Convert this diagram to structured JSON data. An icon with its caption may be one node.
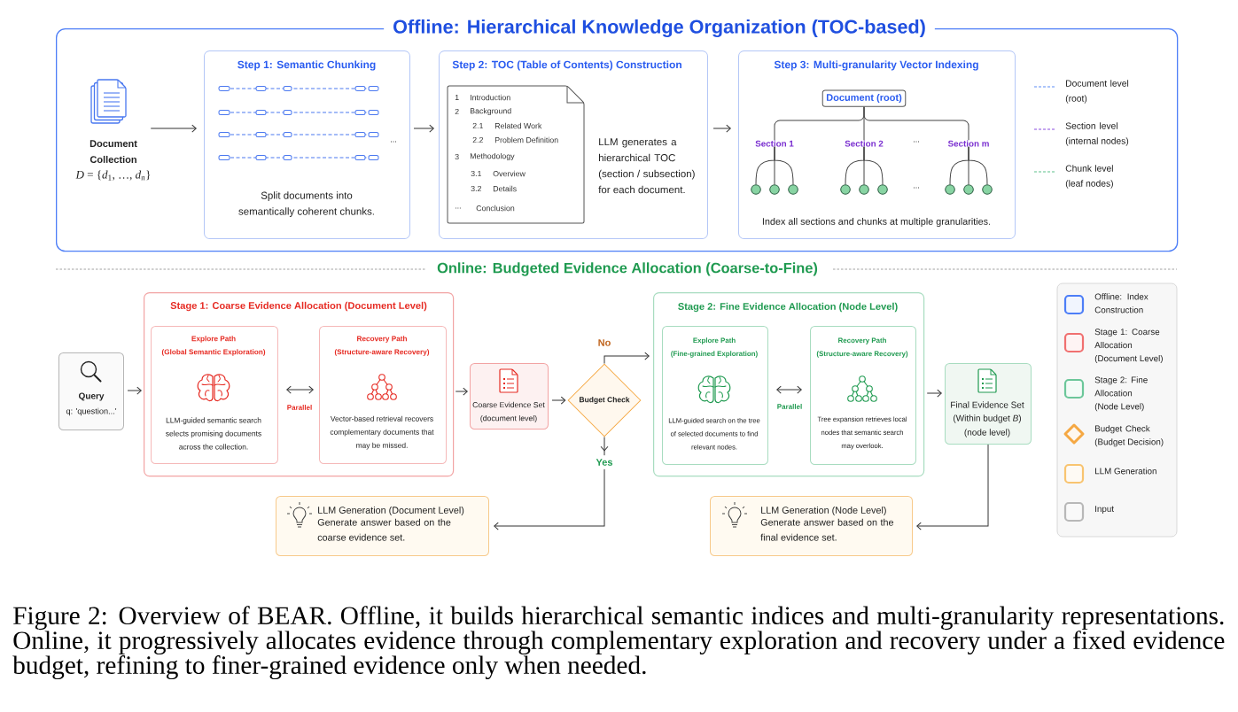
{
  "diagram": {
    "caption": "Figure 2: Overview of BEAR. Offline, it builds hierarchical semantic indices and multi-granularity representations. Online, it progressively allocates evidence through complementary exploration and recovery under a fixed evidence budget, refining to finer-grained evidence only when needed.",
    "nodes": [
      {
        "text": [
          "Offline: Hierarchical Knowledge Organization (TOC-based)"
        ]
      },
      {
        "text": [
          "Document Collection",
          "*D* = {*d*$_{1}$, …, *d*$_{n}$}"
        ],
        "in": 0
      },
      {
        "text": [
          "Step 1: Semantic Chunking",
          "Split documents into semantically coherent chunks."
        ],
        "in": 0
      },
      {
        "text": [
          "Step 2: TOC (Table of Contents) Construction",
          "LLM generates a hierarchical TOC (section / subsection) for each document."
        ],
        "in": 0
      },
      {
        "text": [
          "1",
          "Introduction",
          "2",
          "Background",
          "2.1",
          "Related Work",
          "2.2",
          "Problem Definition",
          "3",
          "Methodology",
          "3.1",
          "Overview",
          "3.2",
          "Details",
          "...",
          "Conclusion"
        ],
        "in": 3
      },
      {
        "text": [
          "Step 3: Multi-granularity Vector Indexing",
          "Index all sections and chunks at multiple granularities."
        ],
        "in": 0
      },
      {
        "text": [
          "Document (root)"
        ],
        "in": 5
      },
      {
        "text": [
          "Section 1"
        ],
        "in": 5
      },
      {
        "text": [
          "Section 2"
        ],
        "in": 5
      },
      {
        "text": [
          "Section m"
        ],
        "in": 5
      },
      {
        "text": [],
        "shape": "circle",
        "in": 5
      },
      {
        "text": [],
        "shape": "circle",
        "in": 5
      },
      {
        "text": [],
        "shape": "circle",
        "in": 5
      },
      {
        "text": [],
        "shape": "circle",
        "in": 5
      },
      {
        "text": [],
        "shape": "circle",
        "in": 5
      },
      {
        "text": [],
        "shape": "circle",
        "in": 5
      },
      {
        "text": [],
        "shape": "circle",
        "in": 5
      },
      {
        "text": [],
        "shape": "circle",
        "in": 5
      },
      {
        "text": [],
        "shape": "circle",
        "in": 5
      },
      {
        "text": [
          "Query",
          "q: 'question...'"
        ]
      },
      {
        "text": [
          "Stage 1: Coarse Evidence Allocation (Document Level)"
        ]
      },
      {
        "text": [
          "Explore Path",
          "(Global Semantic Exploration)",
          "LLM-guided semantic search selects promising documents across the collection."
        ],
        "in": 20
      },
      {
        "text": [
          "Recovery Path",
          "(Structure-aware Recovery)",
          "Vector-based retrieval recovers complementary documents that may be missed."
        ],
        "in": 20
      },
      {
        "text": [
          "Coarse Evidence Set",
          "(document level)"
        ]
      },
      {
        "text": [
          "Budget Check"
        ]
      },
      {
        "text": [
          "Stage 2: Fine Evidence Allocation (Node Level)"
        ]
      },
      {
        "text": [
          "Explore Path",
          "(Fine-grained Exploration)",
          "LLM-guided search on the tree of selected documents to find relevant nodes."
        ],
        "in": 25
      },
      {
        "text": [
          "Recovery Path",
          "(Structure-aware Recovery)",
          "Tree expansion retrieves local nodes that semantic search may overlook."
        ],
        "in": 25
      },
      {
        "text": [
          "Final Evidence Set",
          "(Within budget *B*)",
          "(node level)"
        ]
      },
      {
        "text": [
          "LLM Generation (Document Level)",
          "Generate answer based on the coarse evidence set."
        ]
      },
      {
        "text": [
          "LLM Generation (Node Level)",
          "Generate answer based on the final evidence set."
        ]
      }
    ],
    "edges": [
      {
        "from": 1,
        "to": 2,
        "arrow": "to"
      },
      {
        "from": 2,
        "to": 3,
        "arrow": "to"
      },
      {
        "from": 3,
        "to": 5,
        "arrow": "to"
      },
      {
        "from": 6,
        "to": 7,
        "arrow": "none"
      },
      {
        "from": 6,
        "to": 8,
        "arrow": "none"
      },
      {
        "from": 6,
        "to": 9,
        "arrow": "none"
      },
      {
        "from": 7,
        "to": 10,
        "arrow": "none"
      },
      {
        "from": 7,
        "to": 11,
        "arrow": "none"
      },
      {
        "from": 7,
        "to": 12,
        "arrow": "none"
      },
      {
        "from": 8,
        "to": 13,
        "arrow": "none"
      },
      {
        "from": 8,
        "to": 14,
        "arrow": "none"
      },
      {
        "from": 8,
        "to": 15,
        "arrow": "none"
      },
      {
        "from": 9,
        "to": 16,
        "arrow": "none"
      },
      {
        "from": 9,
        "to": 17,
        "arrow": "none"
      },
      {
        "from": 9,
        "to": 18,
        "arrow": "none"
      },
      {
        "from": 19,
        "to": 20,
        "arrow": "to"
      },
      {
        "from": 21,
        "to": 22,
        "arrow": "both",
        "label": "Parallel"
      },
      {
        "from": 20,
        "to": 23,
        "arrow": "to"
      },
      {
        "from": 23,
        "to": 24,
        "arrow": "to"
      },
      {
        "from": 24,
        "to": 25,
        "arrow": "to",
        "label": "No"
      },
      {
        "from": 24,
        "to": 29,
        "arrow": "to",
        "label": "Yes"
      },
      {
        "from": 25,
        "to": 28,
        "arrow": "to"
      },
      {
        "from": 26,
        "to": 27,
        "arrow": "both",
        "label": "Parallel"
      },
      {
        "from": 28,
        "to": 30,
        "arrow": "to"
      }
    ],
    "labels": [
      "...",
      "...",
      "...",
      "Online: Budgeted Evidence Allocation (Coarse-to-Fine)"
    ],
    "legend": [
      {
        "text": "Document level (root)"
      },
      {
        "text": "Section level (internal nodes)"
      },
      {
        "text": "Chunk level (leaf nodes)"
      },
      {
        "text": "Offline: Index Construction",
        "color": "#4d7ef7"
      },
      {
        "text": "Stage 1: Coarse Allocation (Document Level)",
        "color": "#f07070"
      },
      {
        "text": "Stage 2: Fine Allocation (Node Level)",
        "color": "#6cc79a"
      },
      {
        "text": "Budget Check (Budget Decision)",
        "color": "#f5a843"
      },
      {
        "text": "LLM Generation",
        "color": "#f8c470"
      },
      {
        "text": "Input",
        "color": "#b8b8b8"
      }
    ]
  }
}
